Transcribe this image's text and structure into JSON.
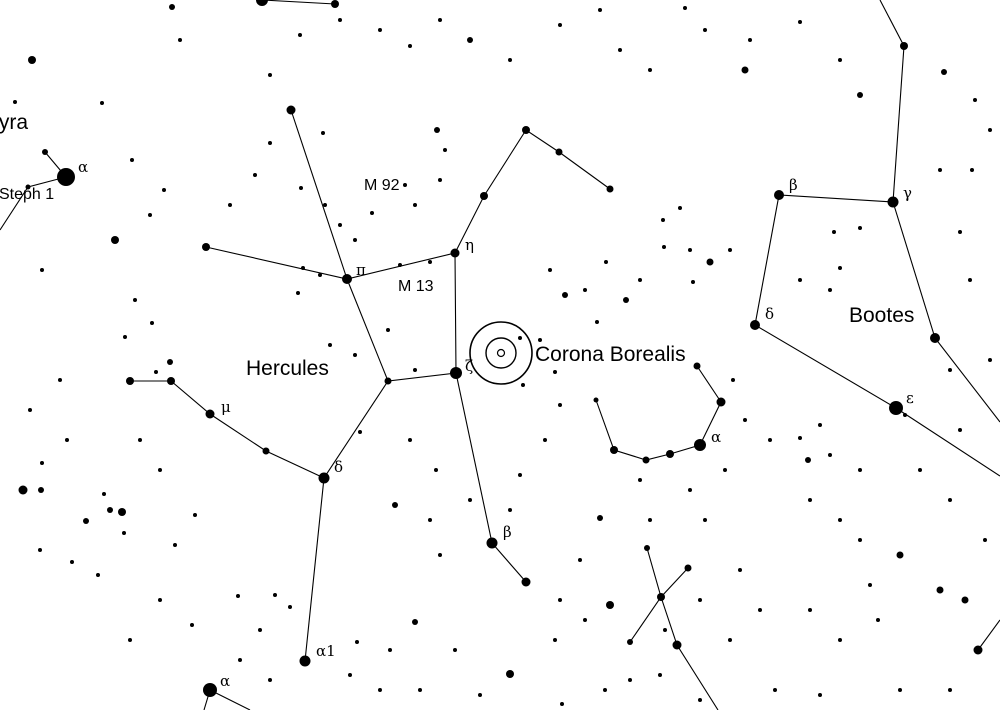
{
  "constellations": [
    {
      "id": "lyra",
      "label": "Lyra"
    },
    {
      "id": "hercules",
      "label": "Hercules"
    },
    {
      "id": "corona-borealis",
      "label": "Corona Borealis"
    },
    {
      "id": "bootes",
      "label": "Bootes"
    }
  ],
  "deep_sky": [
    {
      "id": "m92",
      "label": "M 92"
    },
    {
      "id": "m13",
      "label": "M 13"
    },
    {
      "id": "steph1",
      "label": "Steph 1"
    }
  ],
  "star_labels": {
    "lyra_alpha": "α",
    "her_pi": "π",
    "her_eta": "η",
    "her_zeta": "ζ",
    "her_mu": "μ",
    "her_delta": "δ",
    "her_beta": "β",
    "her_alpha1": "α1",
    "her_alpha_low": "α",
    "crb_alpha": "α",
    "boo_beta": "β",
    "boo_gamma": "γ",
    "boo_delta": "δ",
    "boo_epsilon": "ε"
  },
  "colors": {
    "background": "#ffffff",
    "ink": "#000000"
  },
  "target_symbol": "target-icon"
}
